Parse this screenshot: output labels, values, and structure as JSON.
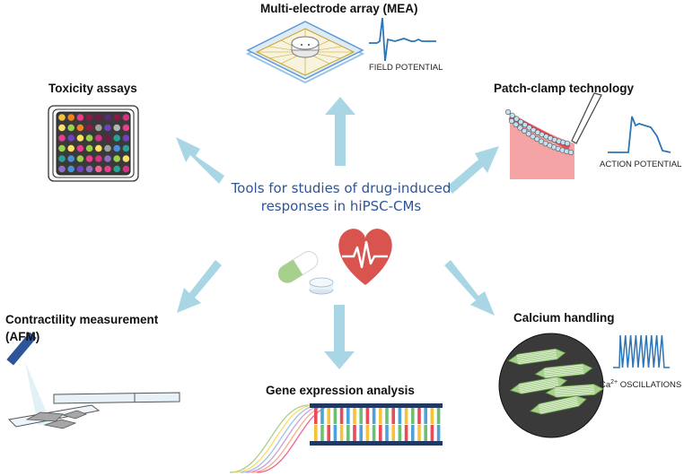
{
  "center": {
    "line1": "Tools for studies of drug-induced",
    "line2": "responses in hiPSC-CMs"
  },
  "modules": {
    "mea": {
      "title": "Multi-electrode array (MEA)",
      "signal": "FIELD POTENTIAL"
    },
    "toxicity": {
      "title": "Toxicity assays"
    },
    "patch": {
      "title": "Patch-clamp technology",
      "signal": "ACTION POTENTIAL"
    },
    "contractility": {
      "title_line1": "Contractility measurement",
      "title_line2": "(AFM)"
    },
    "calcium": {
      "title": "Calcium handling",
      "signal_prefix": "Ca",
      "signal_sup": "2+",
      "signal_suffix": " OSCILLATIONS"
    },
    "gene": {
      "title": "Gene expression analysis"
    }
  },
  "colors": {
    "arrow": "#a9d6e5",
    "center_text": "#2f5597",
    "signal_line": "#2e75b6",
    "heart": "#d9534f",
    "pill": "#a8d08d",
    "membrane": "#e84b5a",
    "cell_body": "#f4a4a4"
  },
  "icons": [
    "arrow-icon",
    "heart-icon",
    "pill-icon",
    "plate-icon",
    "mea-chip-icon",
    "membrane-icon",
    "pipette-icon",
    "afm-cantilever-icon",
    "cell-culture-icon",
    "pcr-curve-icon",
    "dna-icon"
  ]
}
